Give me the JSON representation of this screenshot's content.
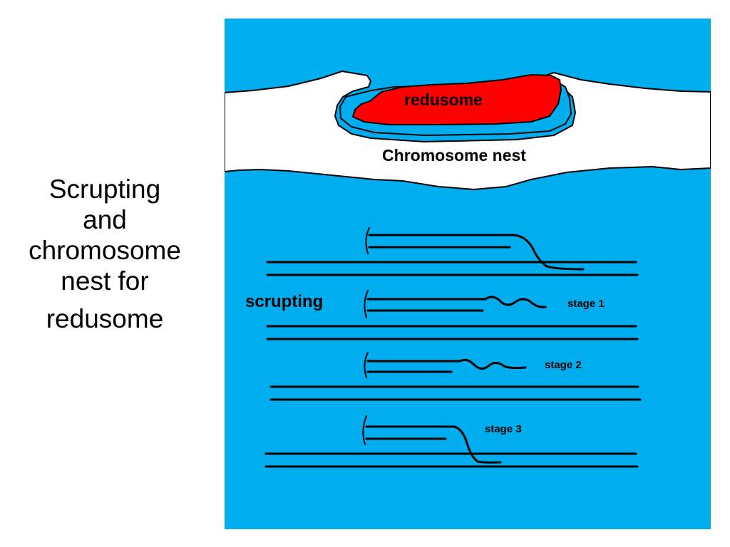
{
  "slide": {
    "title_lines": [
      "Scrupting",
      "and",
      "chromosome",
      "nest for",
      "redusome"
    ]
  },
  "diagram": {
    "organelle_label": "redusome",
    "nest_label": "Chromosome nest",
    "process_label": "scrupting",
    "stages": [
      "stage 1",
      "stage 2",
      "stage 3"
    ]
  },
  "colors": {
    "background": "#ffffff",
    "cytoplasm": "#00adef",
    "redusome": "#ff0000",
    "ink": "#000000"
  }
}
